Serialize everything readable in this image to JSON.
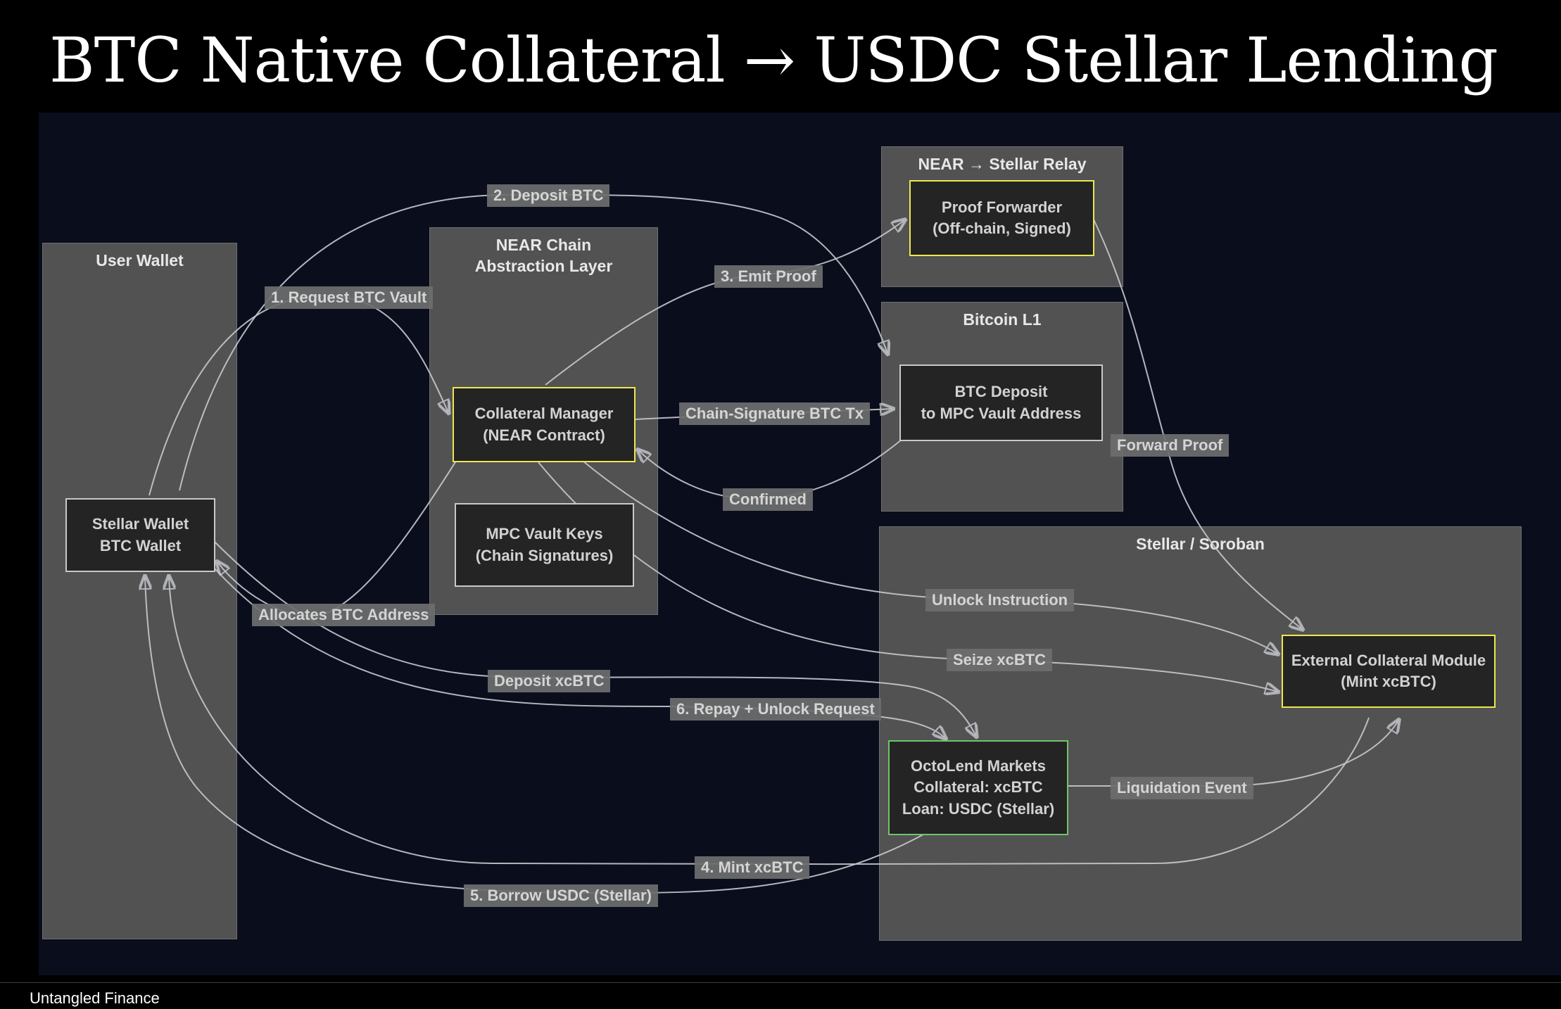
{
  "title": "BTC Native Collateral → USDC Stellar Lending",
  "footer": "Untangled Finance",
  "colors": {
    "page_background": "#000000",
    "canvas_background": "#0a0e1c",
    "container_fill": "#525252",
    "node_fill": "#242424",
    "accent_yellow_border": "#ece84f",
    "accent_green_border": "#6fc56a",
    "neutral_border": "#c9c9c9",
    "edge_stroke": "#c6c9ce"
  },
  "containers": {
    "user_wallet": {
      "title": "User Wallet"
    },
    "near_layer": {
      "title": "NEAR Chain Abstraction Layer"
    },
    "relay": {
      "title": "NEAR → Stellar Relay"
    },
    "bitcoin_l1": {
      "title": "Bitcoin L1"
    },
    "stellar_soroban": {
      "title": "Stellar / Soroban"
    }
  },
  "nodes": {
    "stellar_wallet": {
      "line1": "Stellar Wallet",
      "line2": "BTC Wallet",
      "border_color": "#c9c9c9"
    },
    "collateral_manager": {
      "line1": "Collateral Manager",
      "line2": "(NEAR Contract)",
      "border_color": "#ece84f"
    },
    "mpc_vault_keys": {
      "line1": "MPC Vault Keys",
      "line2": "(Chain Signatures)",
      "border_color": "#c9c9c9"
    },
    "proof_forwarder": {
      "line1": "Proof Forwarder",
      "line2": "(Off-chain, Signed)",
      "border_color": "#ece84f"
    },
    "btc_deposit": {
      "line1": "BTC Deposit",
      "line2": "to MPC Vault Address",
      "border_color": "#c9c9c9"
    },
    "external_collateral": {
      "line1": "External Collateral Module",
      "line2": "(Mint xcBTC)",
      "border_color": "#ece84f"
    },
    "octolend": {
      "line1": "OctoLend Markets",
      "line2": "Collateral: xcBTC",
      "line3": "Loan: USDC (Stellar)",
      "border_color": "#6fc56a"
    }
  },
  "edge_labels": {
    "request_vault": "1. Request BTC Vault",
    "deposit_btc": "2. Deposit BTC",
    "emit_proof": "3. Emit Proof",
    "chain_signature": "Chain-Signature BTC Tx",
    "confirmed": "Confirmed",
    "forward_proof": "Forward Proof",
    "allocates": "Allocates BTC Address",
    "unlock_instruction": "Unlock Instruction",
    "seize": "Seize xcBTC",
    "deposit_xcbtc": "Deposit xcBTC",
    "repay_unlock": "6. Repay + Unlock Request",
    "liquidation": "Liquidation Event",
    "mint_xcbtc": "4. Mint xcBTC",
    "borrow_usdc": "5. Borrow USDC (Stellar)"
  }
}
